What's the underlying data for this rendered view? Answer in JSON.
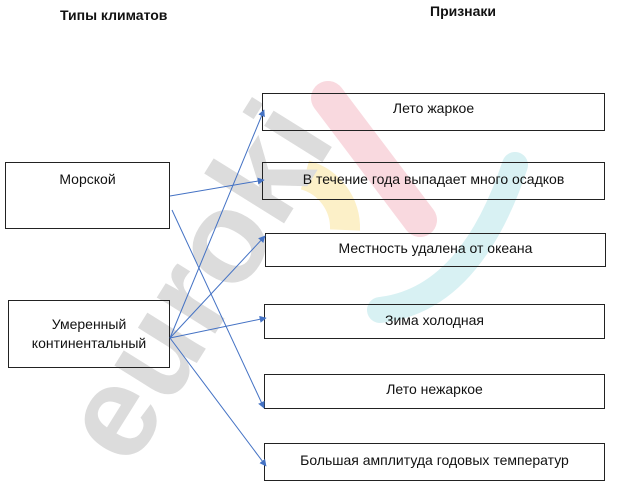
{
  "headings": {
    "climate_types": "Типы климатов",
    "features": "Признаки"
  },
  "climate_types": [
    "Морской",
    "Умеренный континентальный"
  ],
  "features": [
    "Лето жаркое",
    "В течение года выпадает много осадков",
    "Местность удалена от океана",
    "Зима холодная",
    "Лето нежаркое",
    "Большая амплитуда годовых температур"
  ],
  "connections": [
    {
      "from": 0,
      "to": 1
    },
    {
      "from": 0,
      "to": 4
    },
    {
      "from": 1,
      "to": 0
    },
    {
      "from": 1,
      "to": 2
    },
    {
      "from": 1,
      "to": 3
    },
    {
      "from": 1,
      "to": 5
    }
  ],
  "colors": {
    "arrow": "#4472c4",
    "watermark_gray": "#dcdcdc",
    "watermark_pink": "#f9d9df",
    "watermark_yellow": "#fcf0c8",
    "watermark_cyan": "#d8f1f3"
  },
  "watermark": "euroki"
}
